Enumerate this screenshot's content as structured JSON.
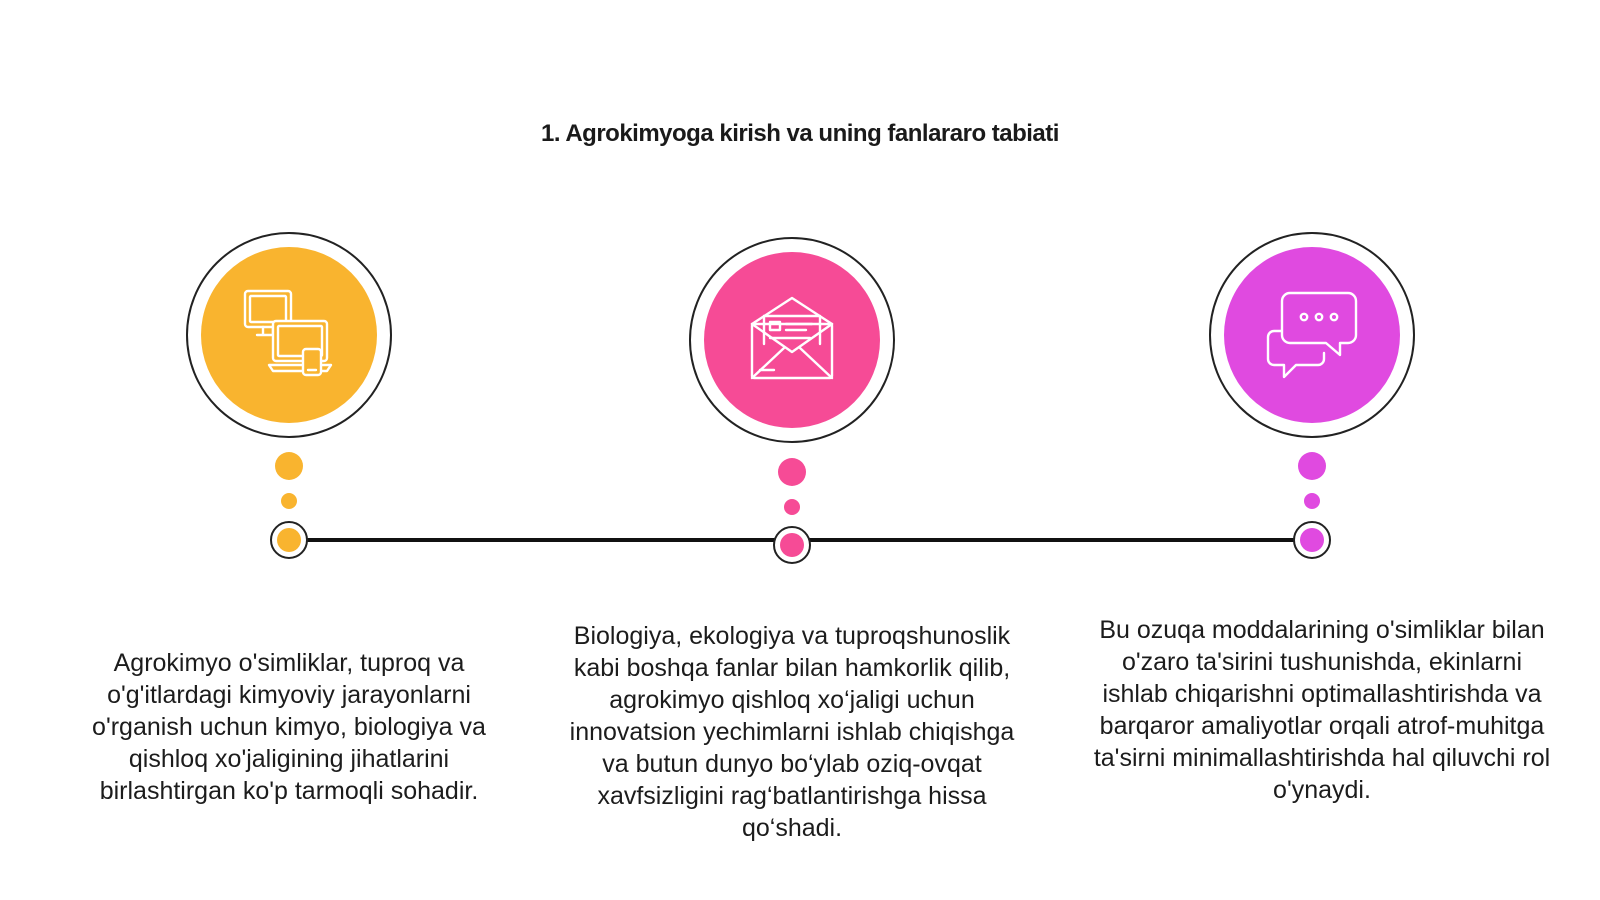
{
  "title": "1. Agrokimyoga kirish va uning fanlararo tabiati",
  "colors": {
    "yellow": "#F9B42F",
    "pink": "#F64B96",
    "magenta": "#E04AE0",
    "line": "#111111"
  },
  "steps": [
    {
      "icon": "devices-icon",
      "color": "#F9B42F",
      "text": "Agrokimyo o'simliklar, tuproq va o'g'itlardagi kimyoviy jarayonlarni o'rganish uchun kimyo, biologiya va qishloq xo'jaligining jihatlarini birlashtirgan ko'p tarmoqli sohadir."
    },
    {
      "icon": "envelope-icon",
      "color": "#F64B96",
      "text": "Biologiya, ekologiya va tuproqshunoslik kabi boshqa fanlar bilan hamkorlik qilib, agrokimyo qishloq xo‘jaligi uchun innovatsion yechimlarni ishlab chiqishga va butun dunyo bo‘ylab oziq-ovqat xavfsizligini rag‘batlantirishga hissa qo‘shadi."
    },
    {
      "icon": "chat-bubbles-icon",
      "color": "#E04AE0",
      "text": "Bu ozuqa moddalarining o'simliklar bilan o'zaro ta'sirini tushunishda, ekinlarni ishlab chiqarishni optimallashtirishda va barqaror amaliyotlar orqali atrof-muhitga ta'sirni minimallashtirishda hal qiluvchi rol o'ynaydi."
    }
  ]
}
